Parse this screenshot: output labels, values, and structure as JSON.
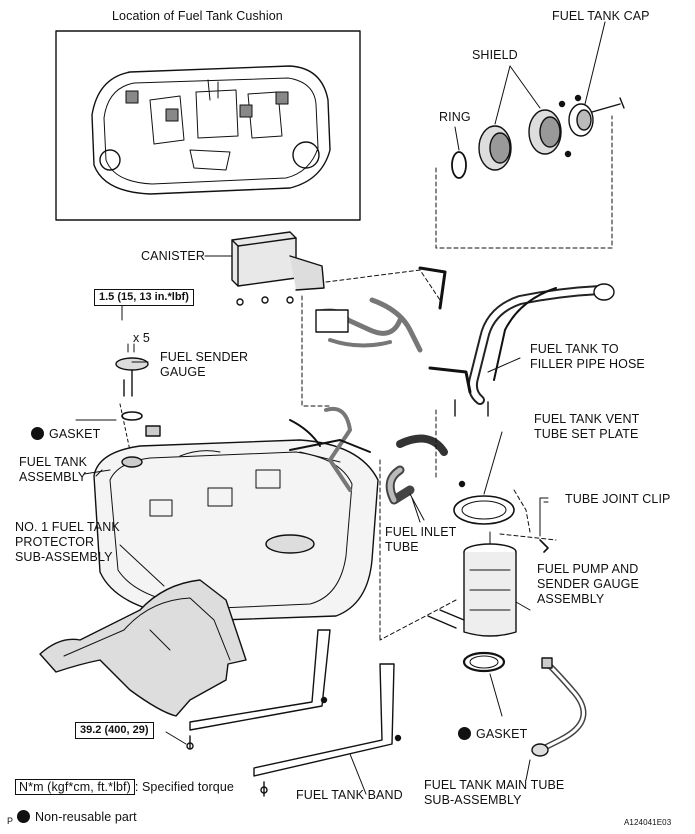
{
  "inset": {
    "title": "Location of Fuel Tank Cushion"
  },
  "labels": {
    "fuel_tank_cap": "FUEL TANK CAP",
    "shield": "SHIELD",
    "ring": "RING",
    "canister": "CANISTER",
    "fuel_sender_gauge": "FUEL SENDER\nGAUGE",
    "gasket_top": "GASKET",
    "fuel_tank_assembly": "FUEL TANK\nASSEMBLY",
    "fuel_tank_to_filler_pipe_hose": "FUEL TANK TO\nFILLER PIPE HOSE",
    "fuel_tank_vent_tube_set_plate": "FUEL TANK VENT\nTUBE SET PLATE",
    "tube_joint_clip": "TUBE JOINT CLIP",
    "no1_protector": "NO. 1 FUEL TANK\nPROTECTOR\nSUB-ASSEMBLY",
    "fuel_inlet_tube": "FUEL INLET\nTUBE",
    "fuel_pump_sender": "FUEL PUMP AND\nSENDER GAUGE\nASSEMBLY",
    "gasket_bottom": "GASKET",
    "fuel_tank_band": "FUEL TANK BAND",
    "fuel_tank_main_tube": "FUEL TANK MAIN TUBE\nSUB-ASSEMBLY",
    "qty_x5": "x 5"
  },
  "torques": {
    "sender_gauge_bolts": "1.5 (15, 13 in.*lbf)",
    "band_bolts": "39.2 (400, 29)"
  },
  "legend": {
    "torque_unit": "N*m (kgf*cm, ft.*lbf)",
    "torque_desc": ": Specified torque",
    "nonreusable": "Non-reusable part"
  },
  "footer": {
    "left_mark": "P",
    "figure_id": "A124041E03"
  }
}
